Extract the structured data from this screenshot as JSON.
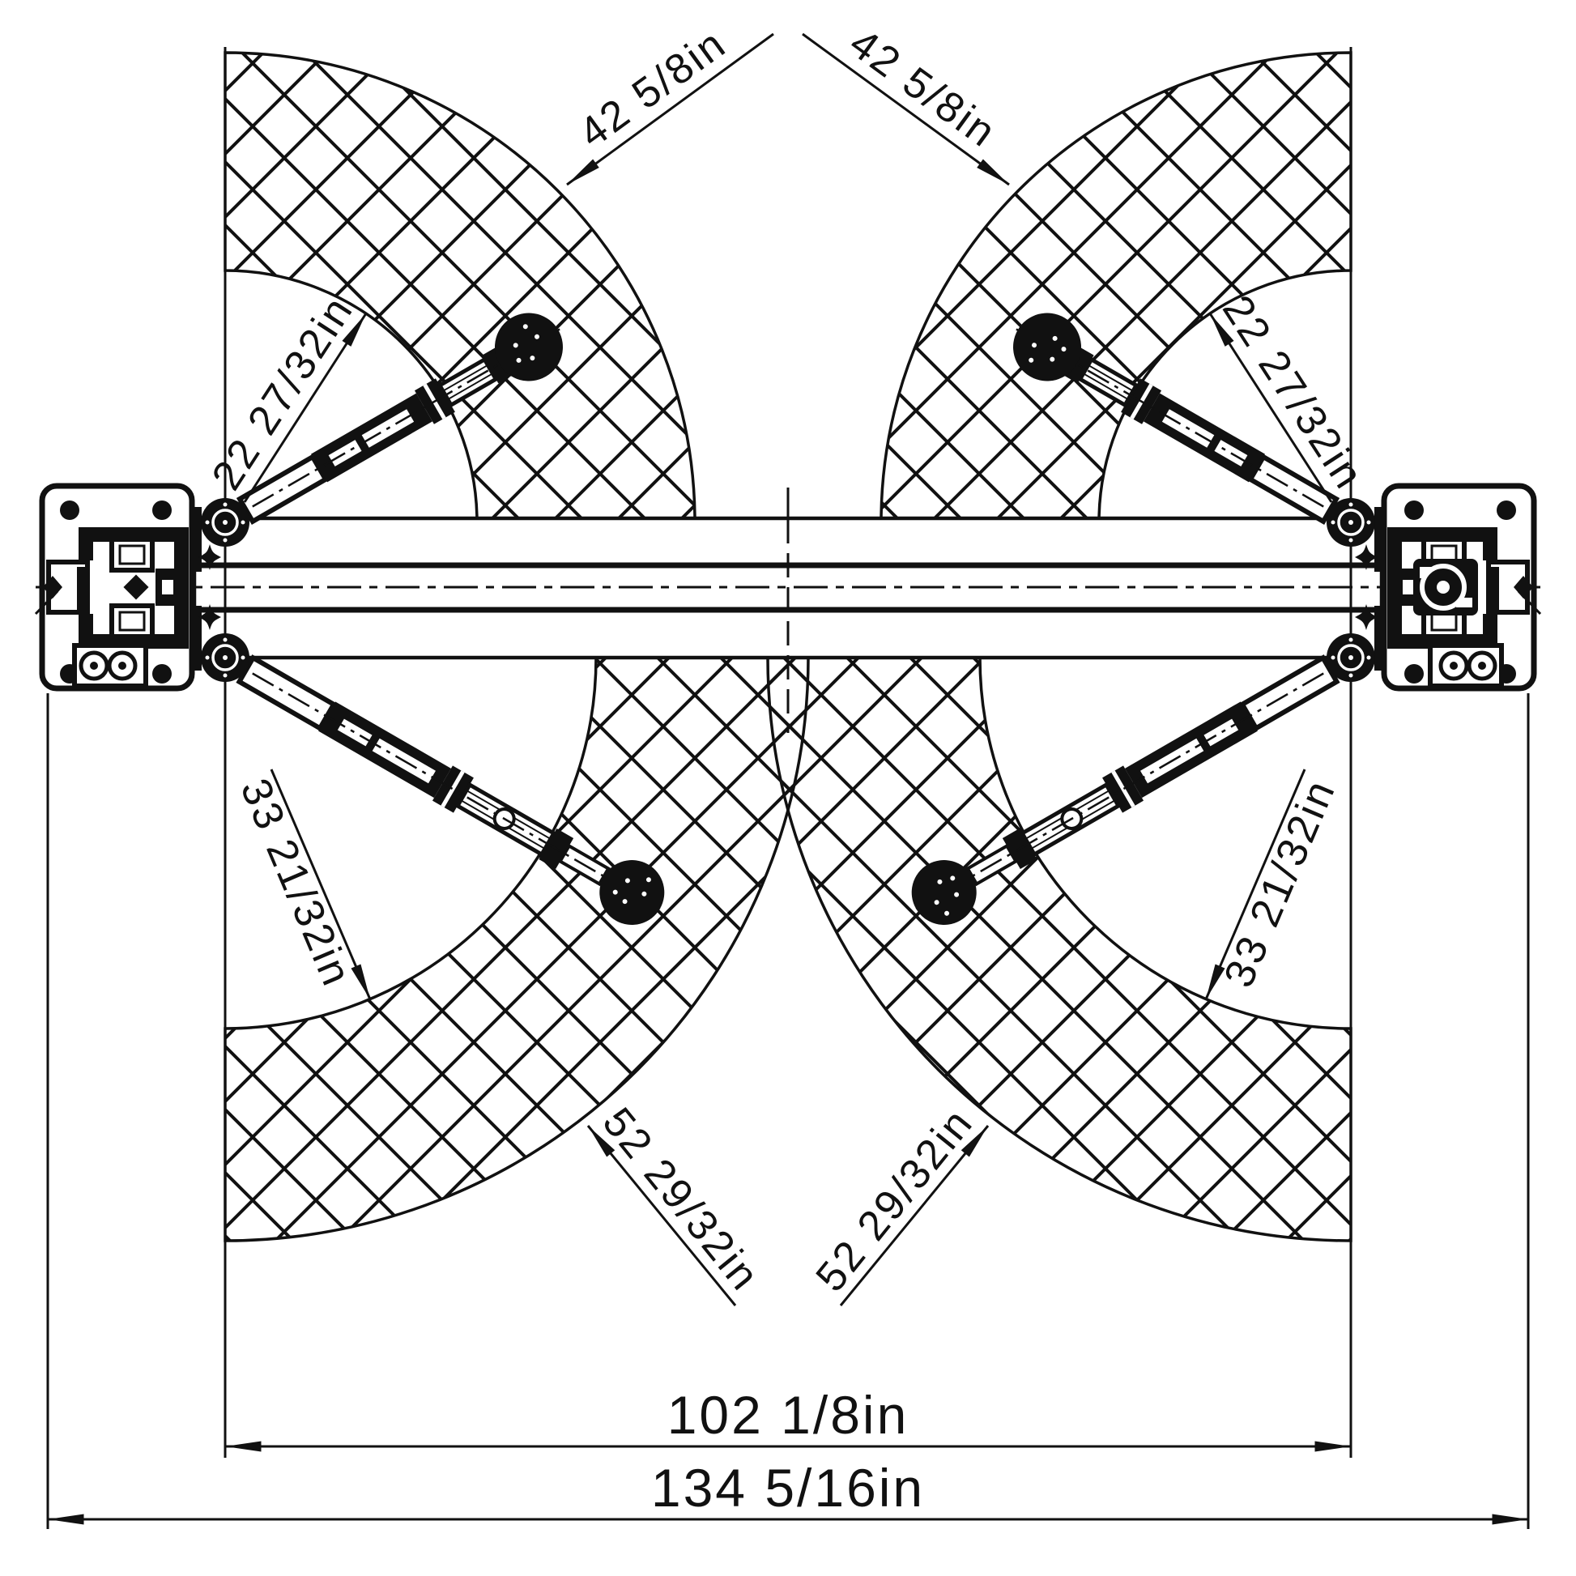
{
  "diagram": {
    "title": "two-post car lift plan view with arm sweep envelopes",
    "units": "in",
    "dimensions": {
      "front_arm_max": "42 5/8in",
      "front_arm_min": "22 27/32in",
      "rear_arm_min": "33 21/32in",
      "rear_arm_max": "52 29/32in",
      "inside_clearance": "102 1/8in",
      "overall_width": "134 5/16in"
    },
    "colors": {
      "ink": "#111111",
      "background": "#ffffff"
    }
  }
}
